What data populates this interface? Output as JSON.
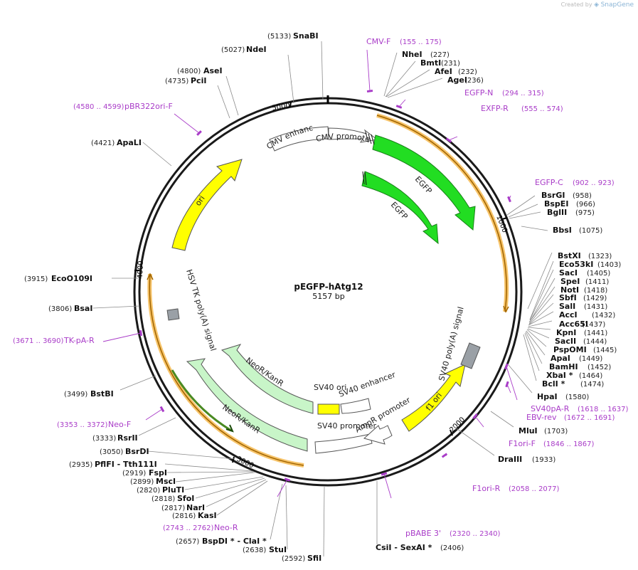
{
  "header": {
    "credit_prefix": "Created by",
    "credit_brand": "SnapGene"
  },
  "plasmid": {
    "name": "pEGFP-hAtg12",
    "size": "5157 bp"
  },
  "ruler": [
    "1000",
    "2000",
    "3000",
    "4000",
    "5000"
  ],
  "colors": {
    "primer": "#a93cc8",
    "enzyme_line": "#8a8a8a",
    "egfp": "#22dd22",
    "ori": "#ffff00",
    "neo": "#c8f5c8",
    "orf_highlight": "#f7c46a",
    "orf_line": "#a06400"
  },
  "enzymes": [
    {
      "name": "SnaBI",
      "pos": "(5133)"
    },
    {
      "name": "NdeI",
      "pos": "(5027)"
    },
    {
      "name": "AseI",
      "pos": "(4800)"
    },
    {
      "name": "PciI",
      "pos": "(4735)"
    },
    {
      "name": "ApaLI",
      "pos": "(4421)"
    },
    {
      "name": "EcoO109I",
      "pos": "(3915)"
    },
    {
      "name": "BsaI",
      "pos": "(3806)"
    },
    {
      "name": "BstBI",
      "pos": "(3499)"
    },
    {
      "name": "RsrII",
      "pos": "(3333)"
    },
    {
      "name": "BsrDI",
      "pos": "(3050)"
    },
    {
      "name": "PflFI - Tth111I",
      "pos": "(2935)"
    },
    {
      "name": "FspI",
      "pos": "(2919)"
    },
    {
      "name": "MscI",
      "pos": "(2899)"
    },
    {
      "name": "PluTI",
      "pos": "(2820)"
    },
    {
      "name": "SfoI",
      "pos": "(2818)"
    },
    {
      "name": "NarI",
      "pos": "(2817)"
    },
    {
      "name": "KasI",
      "pos": "(2816)"
    },
    {
      "name": "BspDI * - ClaI *",
      "pos": "(2657)"
    },
    {
      "name": "StuI",
      "pos": "(2638)"
    },
    {
      "name": "SfiI",
      "pos": "(2592)"
    },
    {
      "name": "CsiI - SexAI *",
      "pos": "(2406)"
    },
    {
      "name": "DraIII",
      "pos": "(1933)"
    },
    {
      "name": "MluI",
      "pos": "(1703)"
    },
    {
      "name": "HpaI",
      "pos": "(1580)"
    },
    {
      "name": "BclI *",
      "pos": "(1474)"
    },
    {
      "name": "XbaI *",
      "pos": "(1464)"
    },
    {
      "name": "BamHI",
      "pos": "(1452)"
    },
    {
      "name": "ApaI",
      "pos": "(1449)"
    },
    {
      "name": "PspOMI",
      "pos": "(1445)"
    },
    {
      "name": "SacII",
      "pos": "(1444)"
    },
    {
      "name": "KpnI",
      "pos": "(1441)"
    },
    {
      "name": "Acc65I",
      "pos": "(1437)"
    },
    {
      "name": "AccI",
      "pos": "(1432)"
    },
    {
      "name": "SalI",
      "pos": "(1431)"
    },
    {
      "name": "SbfI",
      "pos": "(1429)"
    },
    {
      "name": "NotI",
      "pos": "(1418)"
    },
    {
      "name": "SpeI",
      "pos": "(1411)"
    },
    {
      "name": "SacI",
      "pos": "(1405)"
    },
    {
      "name": "Eco53kI",
      "pos": "(1403)"
    },
    {
      "name": "BstXI",
      "pos": "(1323)"
    },
    {
      "name": "BbsI",
      "pos": "(1075)"
    },
    {
      "name": "BglII",
      "pos": "(975)"
    },
    {
      "name": "BspEI",
      "pos": "(966)"
    },
    {
      "name": "BsrGI",
      "pos": "(958)"
    },
    {
      "name": "AgeI",
      "pos": "(236)"
    },
    {
      "name": "AfeI",
      "pos": "(232)"
    },
    {
      "name": "BmtI",
      "pos": "(231)"
    },
    {
      "name": "NheI",
      "pos": "(227)"
    }
  ],
  "primers": [
    {
      "name": "CMV-F",
      "range": "(155 .. 175)"
    },
    {
      "name": "EGFP-N",
      "range": "(294 .. 315)"
    },
    {
      "name": "EXFP-R",
      "range": "(555 .. 574)"
    },
    {
      "name": "EGFP-C",
      "range": "(902 .. 923)"
    },
    {
      "name": "SV40pA-R",
      "range": "(1618 .. 1637)"
    },
    {
      "name": "EBV-rev",
      "range": "(1672 .. 1691)"
    },
    {
      "name": "F1ori-F",
      "range": "(1846 .. 1867)"
    },
    {
      "name": "F1ori-R",
      "range": "(2058 .. 2077)"
    },
    {
      "name": "pBABE 3'",
      "range": "(2320 .. 2340)"
    },
    {
      "name": "Neo-R",
      "range": "(2743 .. 2762)"
    },
    {
      "name": "Neo-F",
      "range": "(3353 .. 3372)"
    },
    {
      "name": "TK-pA-R",
      "range": "(3671 .. 3690)"
    },
    {
      "name": "pBR322ori-F",
      "range": "(4580 .. 4599)"
    }
  ],
  "features": {
    "cmv_enhancer": "CMV enhancer",
    "cmv_promoter": "CMV promoter",
    "egfp_outer": "EGFP",
    "egfp_inner": "EGFP",
    "ori": "ori",
    "hsv_tk": "HSV TK poly(A) signal",
    "neo_outer": "NeoR/KanR",
    "neo_inner": "NeoR/KanR",
    "sv40_ori": "SV40 ori",
    "sv40_enhancer": "SV40 enhancer",
    "sv40_promoter": "SV40 promoter",
    "ampr_promoter": "AmpR promoter",
    "f1_ori": "f1 ori",
    "sv40_polya": "SV40 poly(A) signal"
  }
}
